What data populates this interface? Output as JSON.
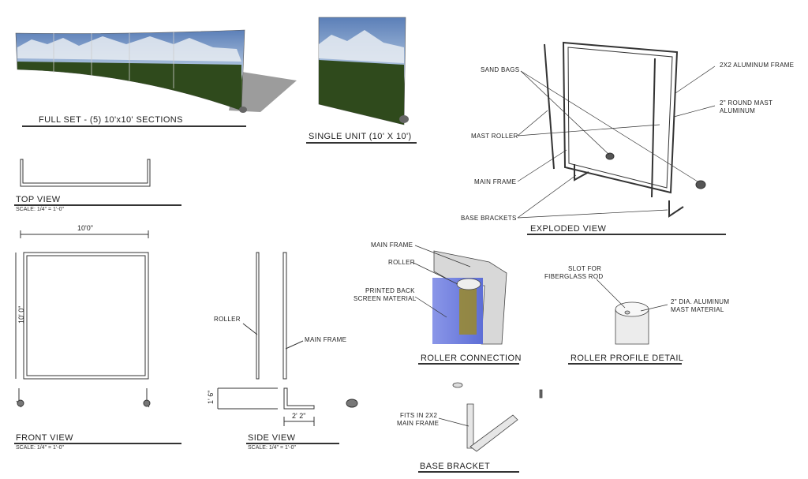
{
  "titles": {
    "full_set": "FULL SET - (5) 10'x10' SECTIONS",
    "single_unit": "SINGLE UNIT (10' X 10')",
    "top_view": "TOP VIEW",
    "front_view": "FRONT VIEW",
    "side_view": "SIDE VIEW",
    "exploded_view": "EXPLODED VIEW",
    "roller_connection": "ROLLER CONNECTION",
    "roller_profile_detail": "ROLLER PROFILE DETAIL",
    "base_bracket": "BASE BRACKET"
  },
  "scales": {
    "top_view": "SCALE: 1/4\" = 1'-0\"",
    "front_view": "SCALE: 1/4\" = 1'-0\"",
    "side_view": "SCALE: 1/4\" = 1'-0\""
  },
  "dimensions": {
    "width": "10'0\"",
    "height": "10' 0\"",
    "bracket_height": "1' 6\"",
    "bracket_depth": "2' 2\""
  },
  "labels": {
    "sand_bags": "SAND BAGS",
    "mast_roller": "MAST ROLLER",
    "main_frame_exploded": "MAIN FRAME",
    "base_brackets": "BASE BRACKETS",
    "aluminum_frame": "2X2 ALUMINUM FRAME",
    "round_mast_1": "2\" ROUND MAST",
    "round_mast_2": "ALUMINUM",
    "side_roller": "ROLLER",
    "side_main_frame": "MAIN FRAME",
    "conn_main_frame": "MAIN FRAME",
    "conn_roller": "ROLLER",
    "printed_back_1": "PRINTED BACK",
    "printed_back_2": "SCREEN MATERIAL",
    "slot_1": "SLOT FOR",
    "slot_2": "FIBERGLASS ROD",
    "mast_dia_1": "2\" DIA. ALUMINUM",
    "mast_dia_2": "MAST MATERIAL",
    "fits_1": "FITS IN 2X2",
    "fits_2": "MAIN FRAME"
  },
  "colors": {
    "line": "#333333",
    "frame": "#d8d8d8",
    "screen_blue": "#6f7ee0",
    "roller_gold": "#9a8a2a",
    "shadow": "#9a9a9a"
  }
}
